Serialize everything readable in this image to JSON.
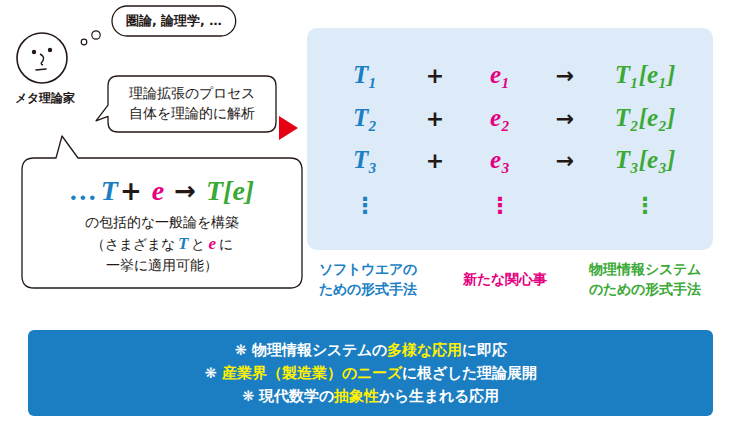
{
  "diagram": {
    "nodes": [
      {
        "text": [
          "圏論, 論理学, …"
        ]
      },
      {
        "text": [
          "理論拡張のプロセス 自体を理論的に解析"
        ]
      },
      {
        "text": [
          "…",
          "T",
          "+",
          "e",
          "→",
          "T[e]",
          "の包括的な一般論を構築",
          "（さまざまな",
          "T",
          "と",
          "e",
          "に 一挙に適用可能）"
        ]
      },
      {
        "text": [
          "T₁",
          "+",
          "e₁",
          "→",
          "T₁[e₁]",
          "T₂",
          "+",
          "e₂",
          "→",
          "T₂[e₂]",
          "T₃",
          "+",
          "e₃",
          "→",
          "T₃[e₃]",
          "⋮",
          "⋮",
          "⋮"
        ]
      },
      {
        "text": [
          "❋ 物理情報システムの",
          "多様な応用",
          "に即応",
          "❋",
          "産業界（製造業）のニーズ",
          "に根ざした理論展開",
          "❋ 現代数学の",
          "抽象性",
          "から生まれる応用"
        ]
      }
    ],
    "edges": [
      {
        "from": 1,
        "to": 3,
        "arrow": "to"
      }
    ],
    "labels": [
      "メタ理論家",
      "ソフトウエアの ための形式手法",
      "新たな関心事",
      "物理情報システム のための形式手法"
    ]
  }
}
